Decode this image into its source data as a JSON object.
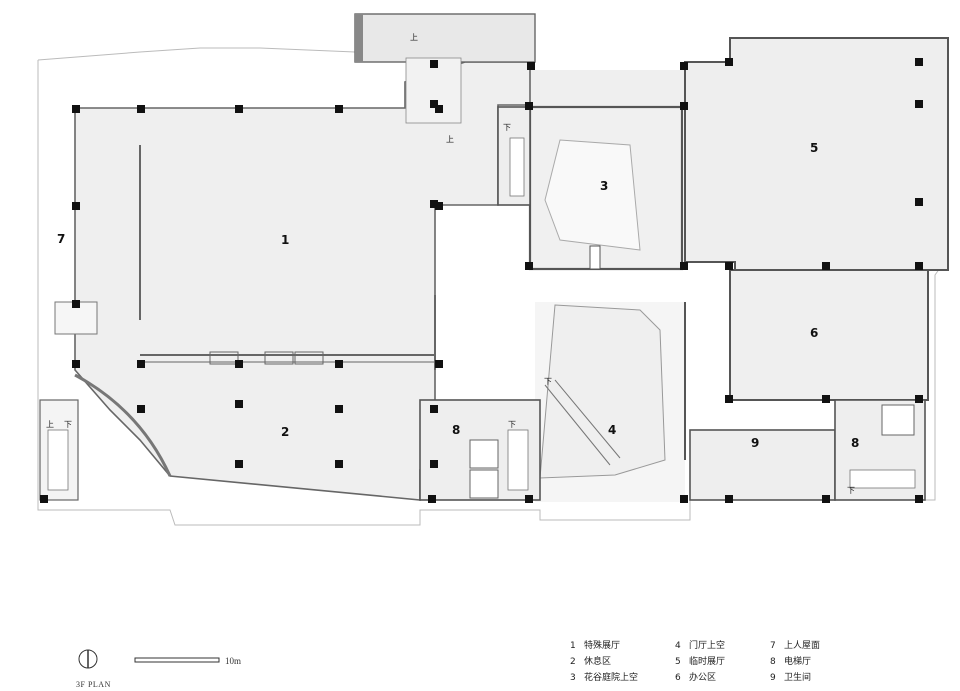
{
  "drawing": {
    "plan_title": "3F PLAN",
    "scale_label": "10m",
    "room_numbers": [
      "1",
      "2",
      "3",
      "4",
      "5",
      "6",
      "7",
      "8",
      "8",
      "9"
    ],
    "stair_marks": {
      "up": "上",
      "down": "下"
    }
  },
  "legend": [
    {
      "num": "1",
      "label": "特殊展厅"
    },
    {
      "num": "2",
      "label": "休息区"
    },
    {
      "num": "3",
      "label": "花谷庭院上空"
    },
    {
      "num": "4",
      "label": "门厅上空"
    },
    {
      "num": "5",
      "label": "临时展厅"
    },
    {
      "num": "6",
      "label": "办公区"
    },
    {
      "num": "7",
      "label": "上人屋面"
    },
    {
      "num": "8",
      "label": "电梯厅"
    },
    {
      "num": "9",
      "label": "卫生间"
    }
  ]
}
